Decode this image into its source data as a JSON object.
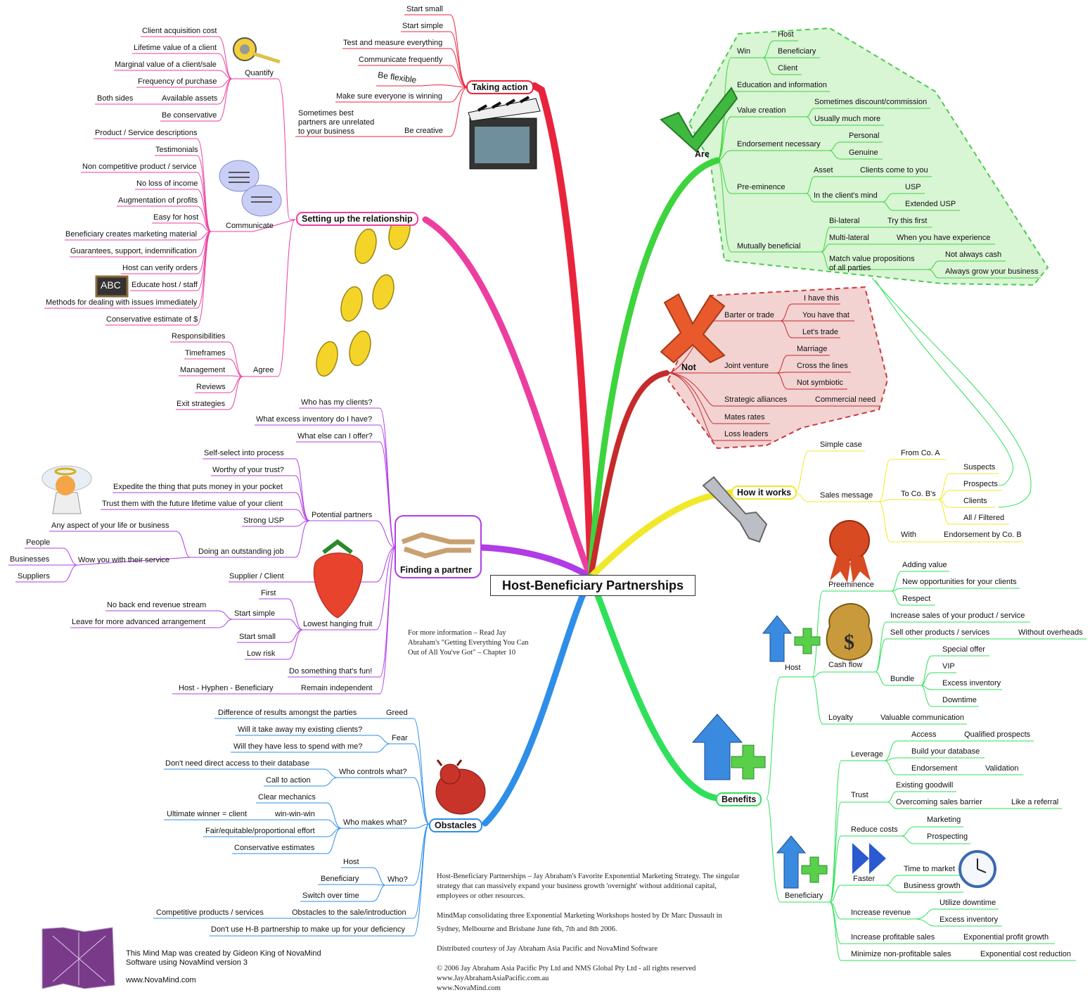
{
  "center": "Host-Beneficiary Partnerships",
  "branches": {
    "taking_action": {
      "label": "Taking action",
      "items": [
        "Start small",
        "Start simple",
        "Test and measure everything",
        "Communicate frequently",
        "Be flexible",
        "Make sure everyone is winning",
        "Be creative"
      ],
      "be_creative_note": "Sometimes best\npartners are unrelated\nto your business"
    },
    "setting_up": {
      "label": "Setting up the relationship",
      "quantify": {
        "label": "Quantify",
        "items": [
          "Client acquisition cost",
          "Lifetime value of a client",
          "Marginal value of a client/sale",
          "Frequency of purchase",
          "Available assets",
          "Be conservative"
        ],
        "available_assets_note": "Both sides"
      },
      "communicate": {
        "label": "Communicate",
        "items": [
          "Product / Service descriptions",
          "Testimonials",
          "Non competitive product / service",
          "No loss of income",
          "Augmentation of profits",
          "Easy for host",
          "Beneficiary creates marketing material",
          "Guarantees, support, indemnification",
          "Host can verify orders",
          "Educate host / staff",
          "Methods for dealing with issues immediately",
          "Conservative estimate of $"
        ],
        "abc": "ABC"
      },
      "agree": {
        "label": "Agree",
        "items": [
          "Responsibilities",
          "Timeframes",
          "Management",
          "Reviews",
          "Exit strategies"
        ]
      }
    },
    "finding_partner": {
      "label": "Finding a partner",
      "questions": [
        "Who has my clients?",
        "What excess inventory do I have?",
        "What else can I offer?"
      ],
      "potential": {
        "label": "Potential partners",
        "items": [
          "Self-select into process",
          "Worthy of your trust?",
          "Expedite the thing that puts money in your pocket",
          "Trust them with the future lifetime value of your client",
          "Strong USP"
        ]
      },
      "outstanding": {
        "label": "Doing an outstanding job",
        "any": "Any aspect of your life or business",
        "wow": "Wow you with their service",
        "wow_items": [
          "People",
          "Businesses",
          "Suppliers"
        ]
      },
      "supplier": "Supplier / Client",
      "lowest": {
        "label": "Lowest hanging fruit",
        "first": "First",
        "start_simple": "Start simple",
        "start_simple_items": [
          "No back end revenue stream",
          "Leave for more advanced arrangement"
        ],
        "start_small": "Start small",
        "low_risk": "Low risk"
      },
      "fun": "Do something that's fun!",
      "independent": "Remain independent",
      "hyphen": "Host - Hyphen - Beneficiary"
    },
    "obstacles": {
      "label": "Obstacles",
      "greed": "Greed",
      "greed_item": "Difference of results amongst the parties",
      "fear": "Fear",
      "fear_items": [
        "Will it take away my existing clients?",
        "Will they have less to spend with me?"
      ],
      "controls": "Who controls what?",
      "controls_items": [
        "Don't need direct access to their database",
        "Call to action"
      ],
      "makes": "Who makes what?",
      "makes_items": [
        "Clear mechanics",
        "win-win-win",
        "Fair/equitable/proportional effort",
        "Conservative estimates"
      ],
      "ultimate": "Ultimate winner = client",
      "who": "Who?",
      "who_items": [
        "Host",
        "Beneficiary",
        "Switch over time"
      ],
      "obstacles_sale": "Obstacles to the sale/introduction",
      "competitive": "Competitive products / services",
      "deficiency": "Don't use H-B partnership to make up for your deficiency"
    },
    "are": {
      "label": "Are",
      "win": "Win",
      "win_items": [
        "Host",
        "Beneficiary",
        "Client"
      ],
      "education": "Education and information",
      "value_creation": "Value creation",
      "value_items": [
        "Sometimes discount/commission",
        "Usually much more"
      ],
      "endorsement": "Endorsement necessary",
      "endorsement_items": [
        "Personal",
        "Genuine"
      ],
      "preeminence": "Pre-eminence",
      "asset": "Asset",
      "clients_come": "Clients come to you",
      "clients_mind": "In the client's mind",
      "usp_items": [
        "USP",
        "Extended USP"
      ],
      "mutually": "Mutually beneficial",
      "bilateral": "Bi-lateral",
      "try_first": "Try this first",
      "multilateral": "Multi-lateral",
      "experience": "When you have experience",
      "match": "Match value propositions\nof all parties",
      "match_items": [
        "Not always cash",
        "Always grow your business"
      ]
    },
    "not": {
      "label": "Not",
      "barter": "Barter or trade",
      "barter_items": [
        "I have this",
        "You have that",
        "Let's trade"
      ],
      "joint": "Joint venture",
      "joint_items": [
        "Marriage",
        "Cross the lines",
        "Not symbiotic"
      ],
      "strategic": "Strategic alliances",
      "commercial": "Commercial need",
      "mates": "Mates rates",
      "loss": "Loss leaders"
    },
    "how": {
      "label": "How it works",
      "simple": "Simple case",
      "sales": "Sales message",
      "from": "From Co. A",
      "to": "To Co. B's",
      "to_items": [
        "Suspects",
        "Prospects",
        "Clients",
        "All / Filtered"
      ],
      "with": "With",
      "endorse": "Endorsement by Co. B"
    },
    "benefits": {
      "label": "Benefits",
      "host": "Host",
      "preeminence": "Preeminence",
      "pre_items": [
        "Adding value",
        "New opportunities for your clients",
        "Respect"
      ],
      "cashflow": "Cash flow",
      "cash_items": [
        "Increase sales of your product / service",
        "Sell other products / services"
      ],
      "overheads": "Without overheads",
      "bundle": "Bundle",
      "bundle_items": [
        "Special offer",
        "VIP",
        "Excess inventory",
        "Downtime"
      ],
      "loyalty": "Loyalty",
      "valuable": "Valuable communication",
      "beneficiary": "Beneficiary",
      "leverage": "Leverage",
      "access": "Access",
      "qualified": "Qualified prospects",
      "database": "Build your database",
      "endorsement": "Endorsement",
      "validation": "Validation",
      "trust": "Trust",
      "goodwill": "Existing goodwill",
      "overcoming": "Overcoming sales barrier",
      "referral": "Like a referral",
      "reduce": "Reduce costs",
      "reduce_items": [
        "Marketing",
        "Prospecting"
      ],
      "faster": "Faster",
      "time": "Time to market",
      "growth": "Business growth",
      "increase_rev": "Increase revenue",
      "rev_items": [
        "Utilize downtime",
        "Excess inventory"
      ],
      "profitable": "Increase profitable sales",
      "exp_growth": "Exponential profit growth",
      "minimize": "Minimize non-profitable sales",
      "exp_cost": "Exponential cost reduction"
    }
  },
  "notes": {
    "info": "For more information – Read Jay\nAbraham's \"Getting Everything You Can\nOut of All You've Got\" – Chapter 10",
    "desc": "Host-Beneficiary Partnerships – Jay Abraham's Favorite Exponential Marketing Strategy. The singular\nstrategy that can massively expand your business growth 'overnight' without additional capital,\nemployees or other resources.",
    "consolidating": "MindMap consolidating three Exponential Marketing Workshops hosted by Dr Marc Dussault in",
    "cities": "Sydney, Melbourne and Brisbane June 6th, 7th and 8th 2006.",
    "distributed": "Distributed courtesy of Jay Abraham Asia Pacific and NovaMind Software",
    "copyright": "© 2006 Jay Abraham Asia Pacific Pty Ltd and NMS Global Pty Ltd - all rights reserved\nwww.JayAbrahamAsiaPacific.com.au\nwww.NovaMind.com",
    "credit": "This Mind Map was created by Gideon King of NovaMind\nSoftware using NovaMind version 3",
    "url": "www.NovaMind.com"
  },
  "colors": {
    "taking_action": "#e8243c",
    "setting_up": "#ec3ea0",
    "finding": "#b03ce6",
    "obstacles": "#2e8ee8",
    "are": "#3dd43d",
    "not": "#c62a2a",
    "how": "#f2e82a",
    "benefits": "#2ee05a"
  },
  "icons": [
    "check-icon",
    "cross-icon",
    "wrench-icon",
    "clapperboard-icon",
    "tape-measure-icon",
    "speech-bubbles-icon",
    "footprints-icon",
    "angel-icon",
    "strawberry-icon",
    "handshake-icon",
    "devil-icon",
    "ribbon-seal-icon",
    "money-bag-icon",
    "up-plus-arrow-icon",
    "fast-forward-icon",
    "clock-icon",
    "chalkboard-icon",
    "novamind-logo-icon"
  ]
}
